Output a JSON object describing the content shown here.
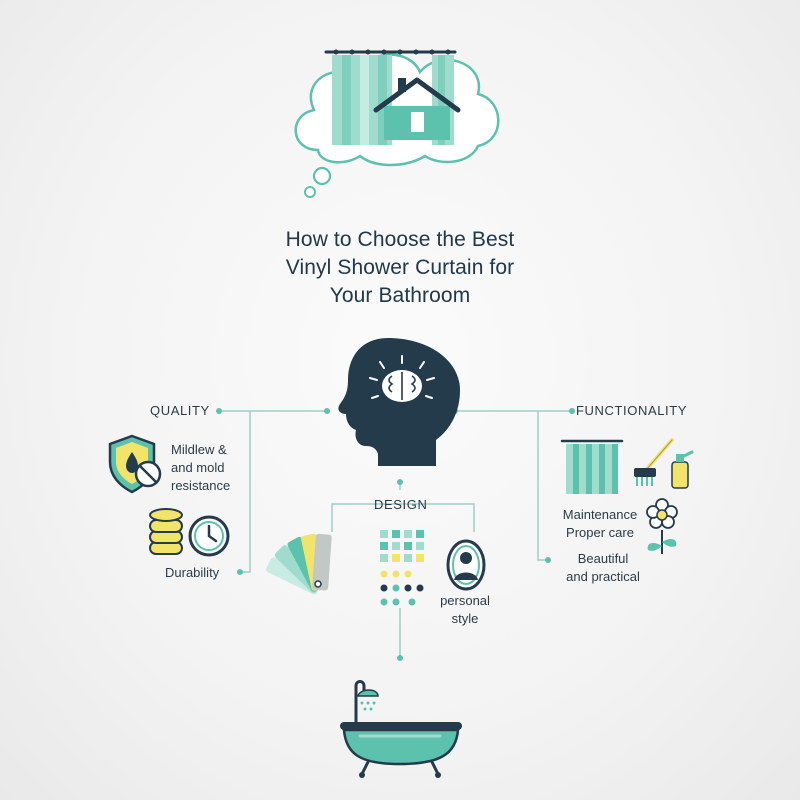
{
  "title": {
    "line1": "How to Choose the Best",
    "line2": "Vinyl Shower Curtain for",
    "line3": "Your Bathroom"
  },
  "quality": {
    "label": "QUALITY",
    "items": [
      {
        "label_line1": "Mildlew &",
        "label_line2": "and mold",
        "label_line3": "resistance",
        "icon": "shield-mildew-icon"
      },
      {
        "label": "Durability",
        "icons": [
          "coin-stack-icon",
          "clock-icon"
        ]
      }
    ]
  },
  "design": {
    "label": "DESIGN",
    "items": [
      {
        "icon": "color-swatches-icon"
      },
      {
        "icon": "pattern-grid-icon"
      },
      {
        "label_line1": "personal",
        "label_line2": "style",
        "icon": "mirror-portrait-icon"
      }
    ]
  },
  "functionality": {
    "label": "FUNCTIONALITY",
    "items": [
      {
        "label_line1": "Maintenance",
        "label_line2": "Proper care",
        "icons": [
          "shower-curtain-icon",
          "cleaning-supplies-icon"
        ]
      },
      {
        "label_line1": "Beautiful",
        "label_line2": "and practical",
        "icon": "flower-icon"
      }
    ]
  },
  "icons": {
    "dream": "thought-cloud-curtain-house-icon",
    "center": "head-brain-icon",
    "bottom": "bathtub-shower-icon"
  },
  "colors": {
    "teal": "#5cc2ad",
    "teal_light": "#9fdccd",
    "navy": "#243b4c",
    "yellow": "#f2e36a",
    "line": "#9fcfc4"
  }
}
